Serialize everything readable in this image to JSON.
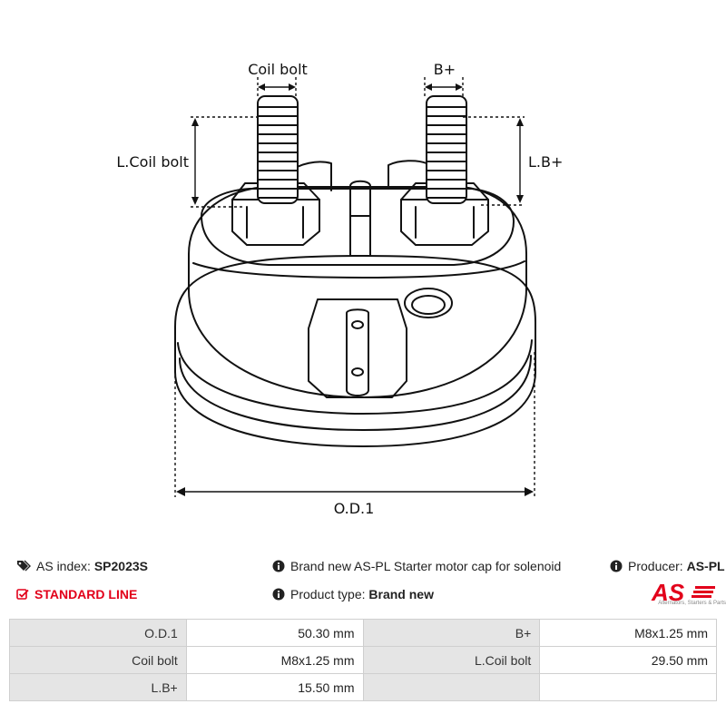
{
  "drawing": {
    "labels": {
      "coil_bolt": "Coil bolt",
      "b_plus": "B+",
      "l_coil_bolt": "L.Coil bolt",
      "l_b_plus": "L.B+",
      "od1": "O.D.1"
    }
  },
  "info": {
    "as_index_label": "AS index:",
    "as_index_value": "SP2023S",
    "standard_line": "STANDARD LINE",
    "description": "Brand new AS-PL Starter motor cap for solenoid",
    "product_type_label": "Product type:",
    "product_type_value": "Brand new",
    "producer_label": "Producer:",
    "producer_value": "AS-PL"
  },
  "logo": {
    "text": "AS",
    "tagline": "Alternators, Starters & Parts",
    "color": "#e2001a"
  },
  "specs": {
    "rows": [
      {
        "k1": "O.D.1",
        "v1": "50.30 mm",
        "k2": "B+",
        "v2": "M8x1.25 mm"
      },
      {
        "k1": "Coil bolt",
        "v1": "M8x1.25 mm",
        "k2": "L.Coil bolt",
        "v2": "29.50 mm"
      },
      {
        "k1": "L.B+",
        "v1": "15.50 mm",
        "k2": "",
        "v2": ""
      }
    ]
  },
  "icons": {
    "as_index": "tags-icon",
    "standard_line": "check-square-icon",
    "info": "info-circle-icon"
  }
}
